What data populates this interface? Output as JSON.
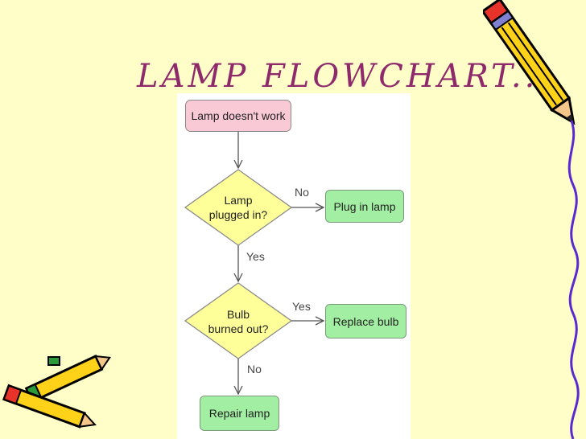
{
  "slide": {
    "title": "LAMP FLOWCHART..",
    "colors": {
      "background": "#fffdc8",
      "title": "#8e2a6b",
      "start": "#f9c9d6",
      "decision": "#ffff99",
      "process": "#a2eea2"
    }
  },
  "flowchart": {
    "start": "Lamp doesn't work",
    "decision1": {
      "line1": "Lamp",
      "line2": "plugged in?"
    },
    "decision2": {
      "line1": "Bulb",
      "line2": "burned out?"
    },
    "action_plug": "Plug in lamp",
    "action_replace": "Replace bulb",
    "action_repair": "Repair lamp",
    "edge_no_1": "No",
    "edge_yes_1": "Yes",
    "edge_yes_2": "Yes",
    "edge_no_2": "No"
  },
  "decorations": [
    "pencil-icon",
    "crayons-icon"
  ]
}
